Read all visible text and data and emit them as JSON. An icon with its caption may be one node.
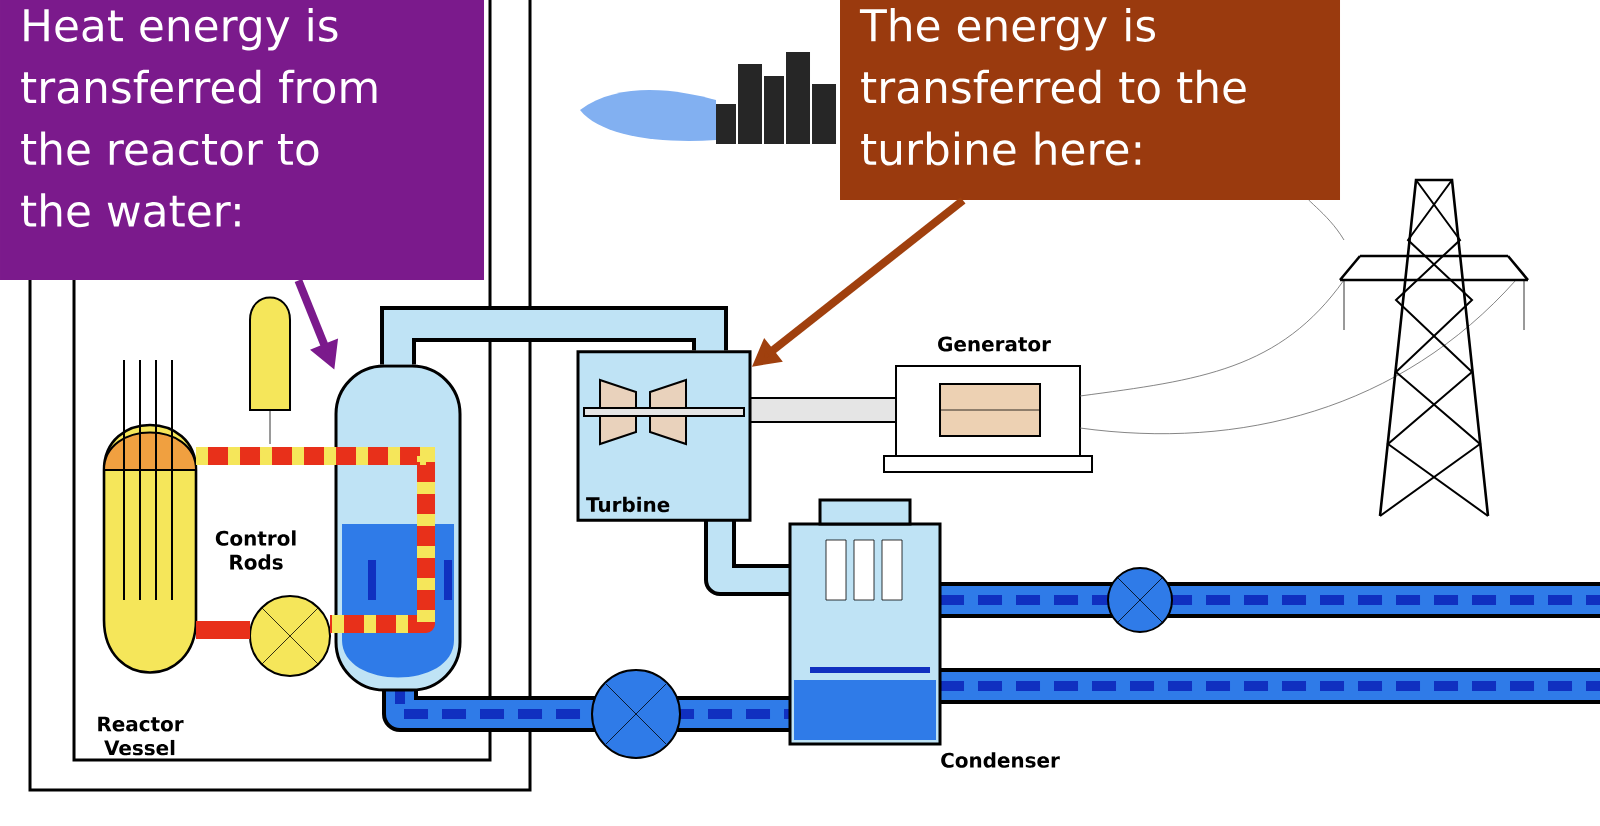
{
  "diagram": {
    "nodes": [
      {
        "text": [
          "Heat energy is transferred from the reactor to the water:"
        ]
      },
      {
        "text": [
          "The energy is transferred to the turbine here:"
        ]
      },
      {
        "text": [],
        "shape": "cylinder"
      },
      {
        "text": [
          "Turbine"
        ]
      }
    ],
    "edges": [
      {
        "from": 0,
        "to": 2,
        "arrow": "to",
        "color": "#7b1a8c"
      },
      {
        "from": 1,
        "to": 3,
        "arrow": "to",
        "color": "#a0400e"
      },
      {
        "from": 2,
        "to": 3,
        "arrow": "none",
        "style": "thick",
        "color": "#000000"
      }
    ],
    "labels": [
      "Control Rods",
      "Reactor Vessel",
      "Generator",
      "Condenser"
    ]
  }
}
